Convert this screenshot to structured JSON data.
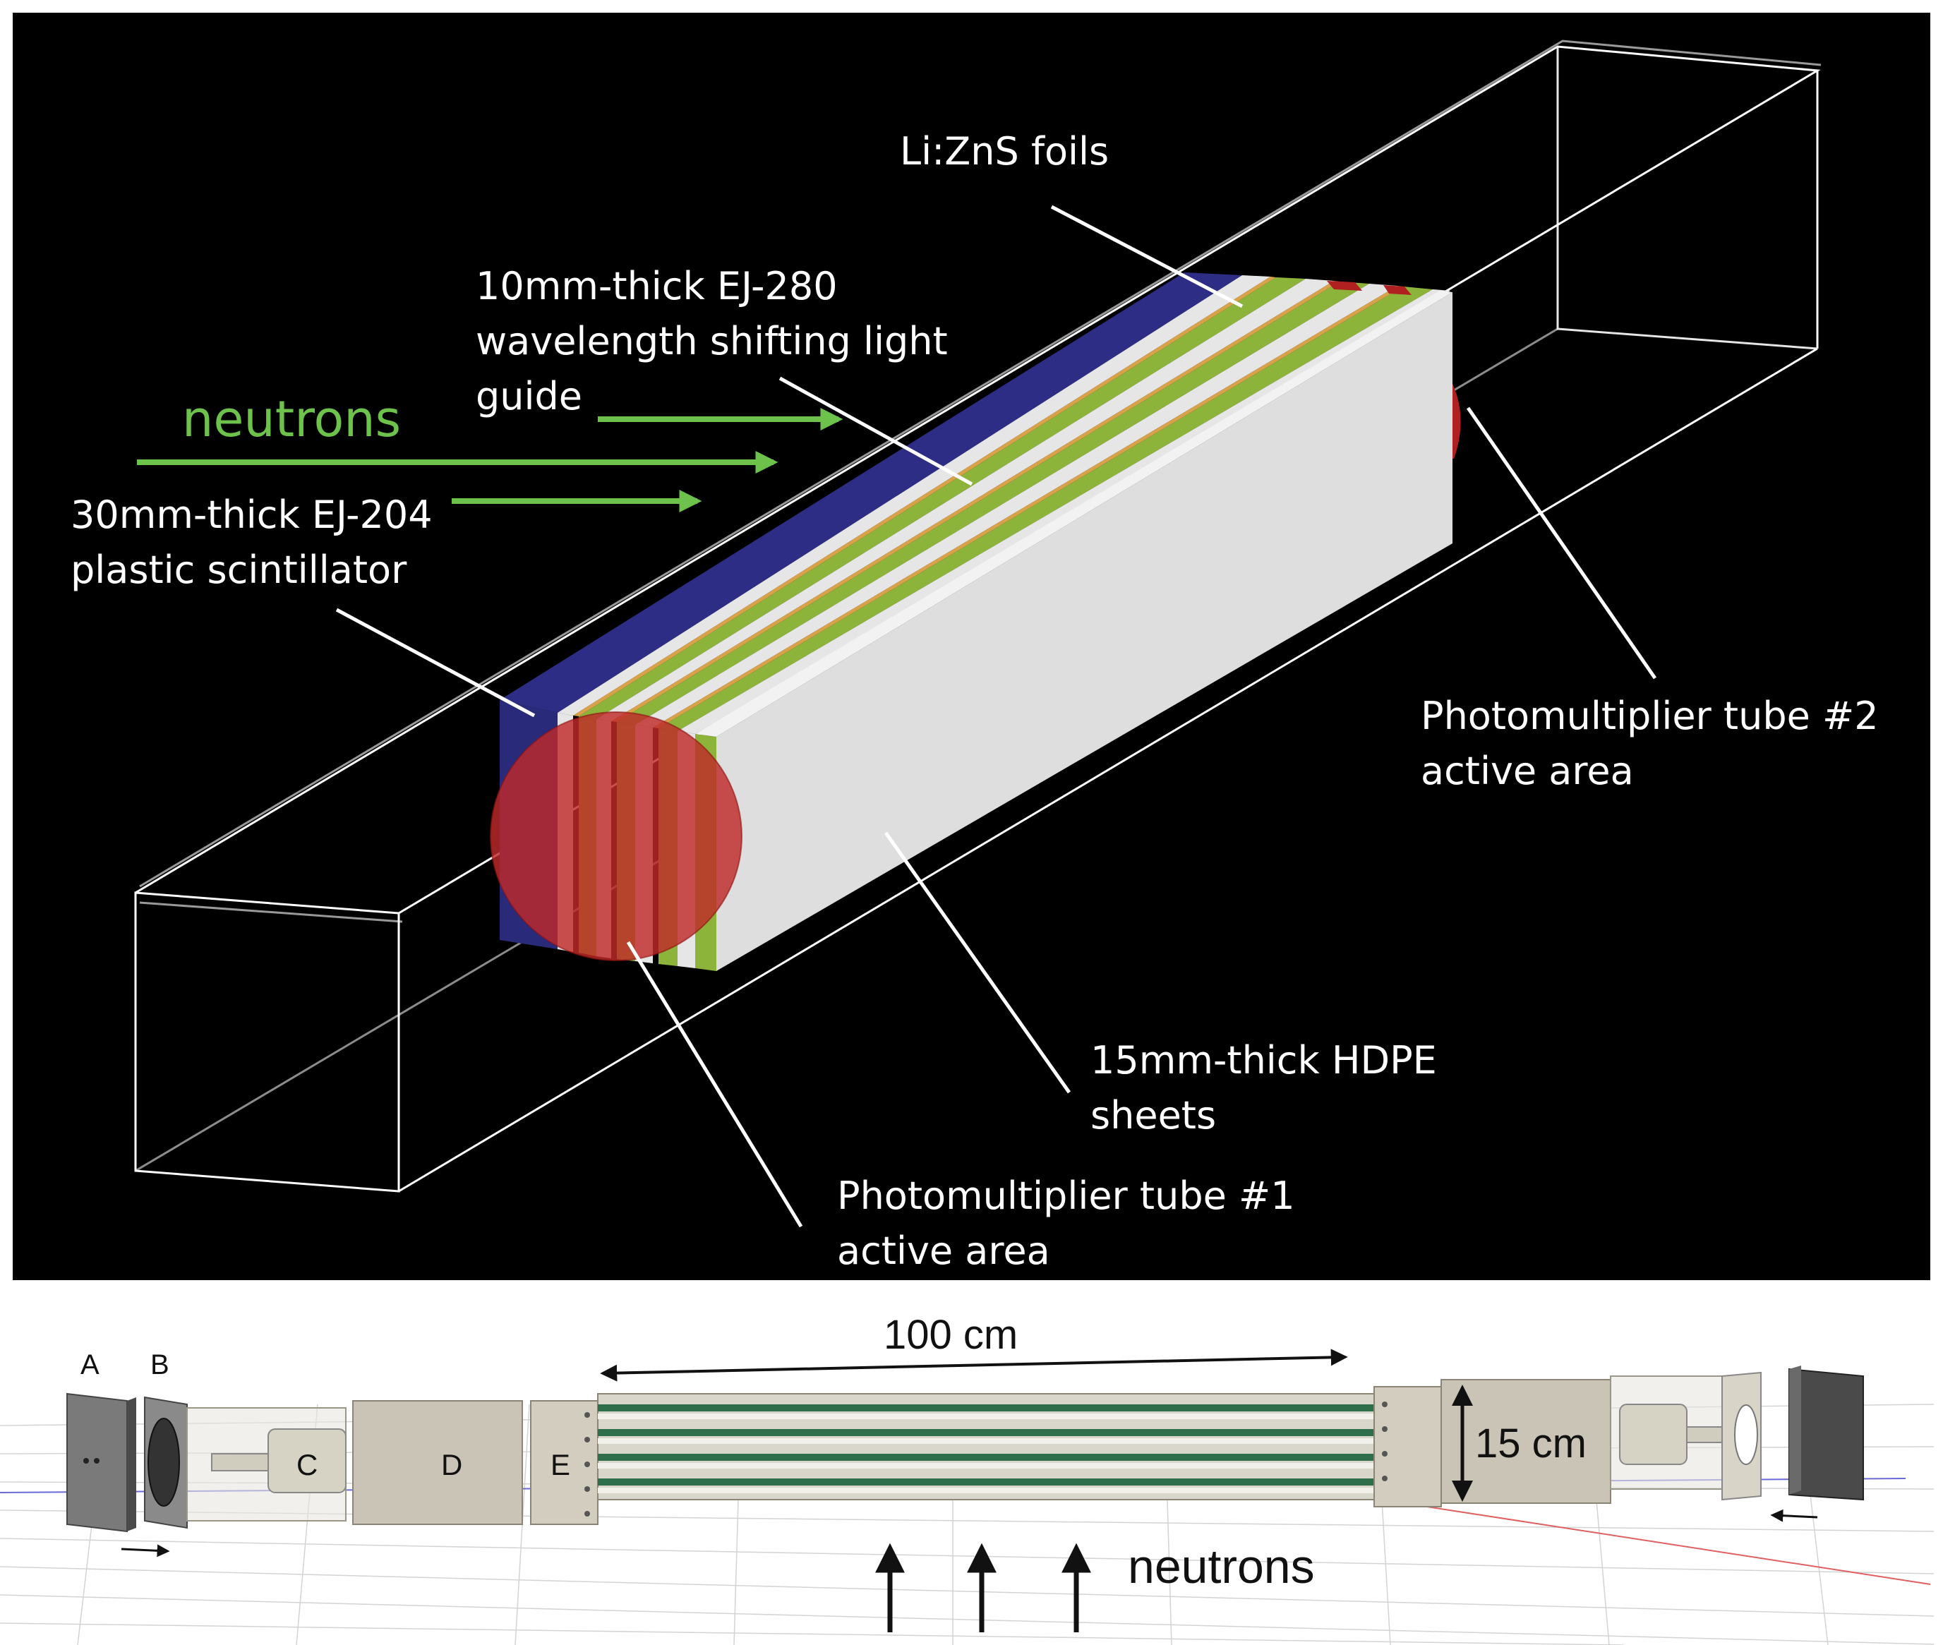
{
  "top_panel": {
    "labels": {
      "lizns": "Li:ZnS foils",
      "ej280_line1": "10mm-thick EJ-280",
      "ej280_line2": "wavelength shifting light",
      "ej280_line3": "guide",
      "neutrons": "neutrons",
      "ej204_line1": "30mm-thick EJ-204",
      "ej204_line2": "plastic scintillator",
      "pmt2_line1": "Photomultiplier tube #2",
      "pmt2_line2": "active area",
      "hdpe_line1": "15mm-thick HDPE",
      "hdpe_line2": "sheets",
      "pmt1_line1": "Photomultiplier tube #1",
      "pmt1_line2": "active area"
    },
    "colors": {
      "background": "#000000",
      "scintillator": "#2a2a7a",
      "light_guide": "#8db43a",
      "hdpe": "#e0e0e0",
      "pmt": "#c02a2a",
      "neutron_arrow": "#6cc24a",
      "leader_line": "#ffffff"
    }
  },
  "bottom_panel": {
    "labels": {
      "a": "A",
      "b": "B",
      "c": "C",
      "d": "D",
      "e": "E",
      "length": "100 cm",
      "height": "15 cm",
      "neutrons": "neutrons"
    },
    "colors": {
      "housing": "#c9c4b5",
      "stripe": "#2f6e4a",
      "end_cap": "#555555",
      "grid": "#d8d8d8"
    }
  }
}
